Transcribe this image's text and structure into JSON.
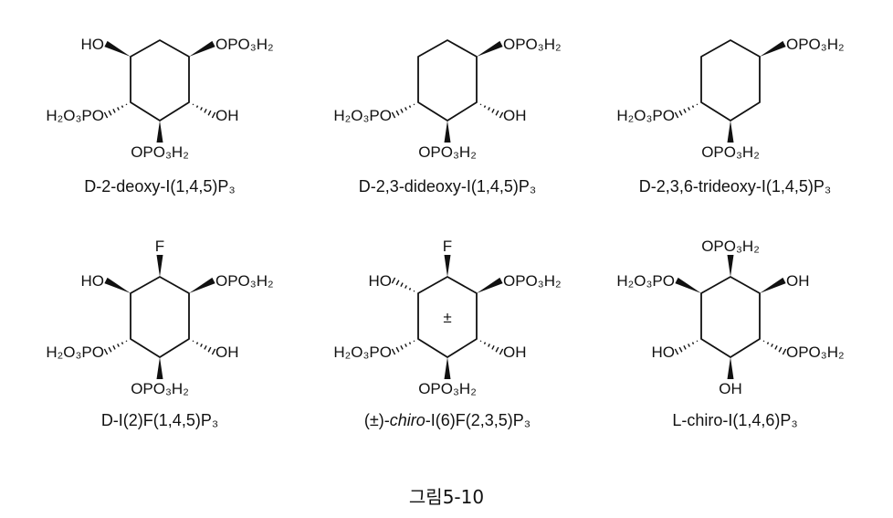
{
  "compounds": [
    {
      "name": "D-2-deoxy-I(1,4,5)P₃",
      "substituents": {
        "UL": "HO",
        "UR": "OPO₃H₂",
        "LL": "H₂O₃PO",
        "LR": "OH",
        "B": "OPO₃H₂"
      }
    },
    {
      "name": "D-2,3-dideoxy-I(1,4,5)P₃",
      "substituents": {
        "UR": "OPO₃H₂",
        "LL": "H₂O₃PO",
        "LR": "OH",
        "B": "OPO₃H₂"
      }
    },
    {
      "name": "D-2,3,6-trideoxy-I(1,4,5)P₃",
      "substituents": {
        "UR": "OPO₃H₂",
        "LL": "H₂O₃PO",
        "B": "OPO₃H₂"
      }
    },
    {
      "name": "D-I(2)F(1,4,5)P₃",
      "substituents": {
        "T": "F",
        "UL": "HO",
        "UR": "OPO₃H₂",
        "LL": "H₂O₃PO",
        "LR": "OH",
        "B": "OPO₃H₂"
      }
    },
    {
      "name_prefix": "(±)-",
      "name_italic": "chiro",
      "name_suffix": "-I(6)F(2,3,5)P₃",
      "center_mark": "±",
      "substituents": {
        "T": "F",
        "UL": "HO",
        "UR": "OPO₃H₂",
        "LL": "H₂O₃PO",
        "LR": "OH",
        "B": "OPO₃H₂"
      }
    },
    {
      "name": "L-chiro-I(1,4,6)P₃",
      "substituents": {
        "T": "OPO₃H₂",
        "UL": "H₂O₃PO",
        "UR": "OH",
        "LL": "HO",
        "LR": "OPO₃H₂",
        "B": "OH"
      }
    }
  ],
  "caption": "그림5-10"
}
